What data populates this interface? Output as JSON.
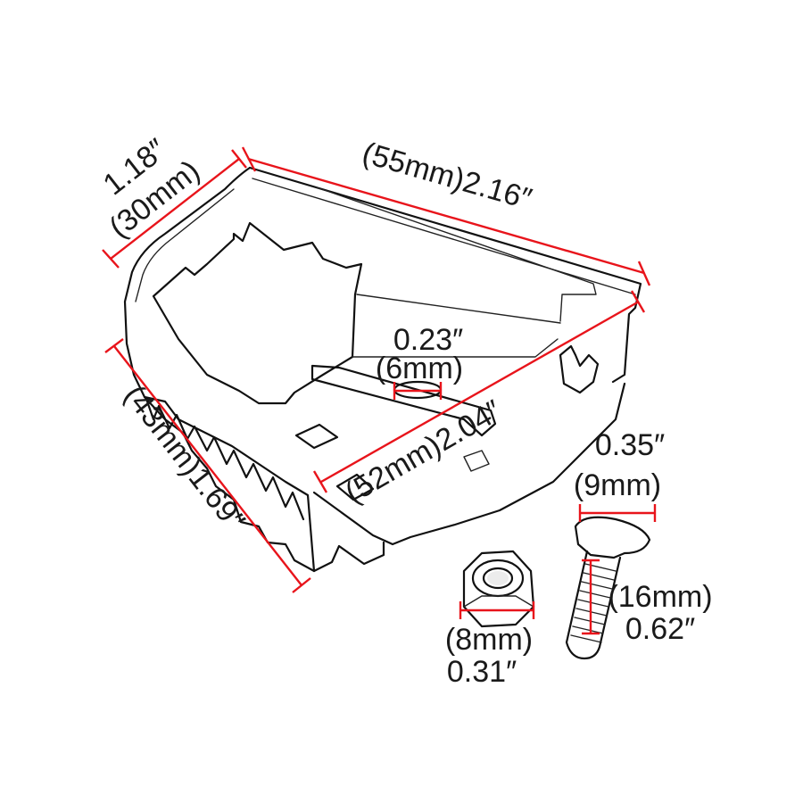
{
  "dimensions": {
    "width_top": "(55mm)2.16″",
    "depth_left_in": "1.18″",
    "depth_left_mm": "(30mm)",
    "slot_in": "0.23″",
    "slot_mm": "(6mm)",
    "inner_width": "(52mm)2.04″",
    "height_side": "(43mm)1.69″",
    "bolt_head_in": "0.35″",
    "bolt_head_mm": "(9mm)",
    "bolt_length_mm": "(16mm)",
    "bolt_length_in": "0.62″",
    "nut_mm": "(8mm)",
    "nut_in": "0.31″"
  },
  "colors": {
    "dimension_lines": "#e8141b",
    "outline": "#111111",
    "text": "#1a1a1a",
    "background": "#ffffff"
  },
  "parts": [
    "footpeg-extension-bracket",
    "locknut",
    "countersunk-bolt"
  ]
}
